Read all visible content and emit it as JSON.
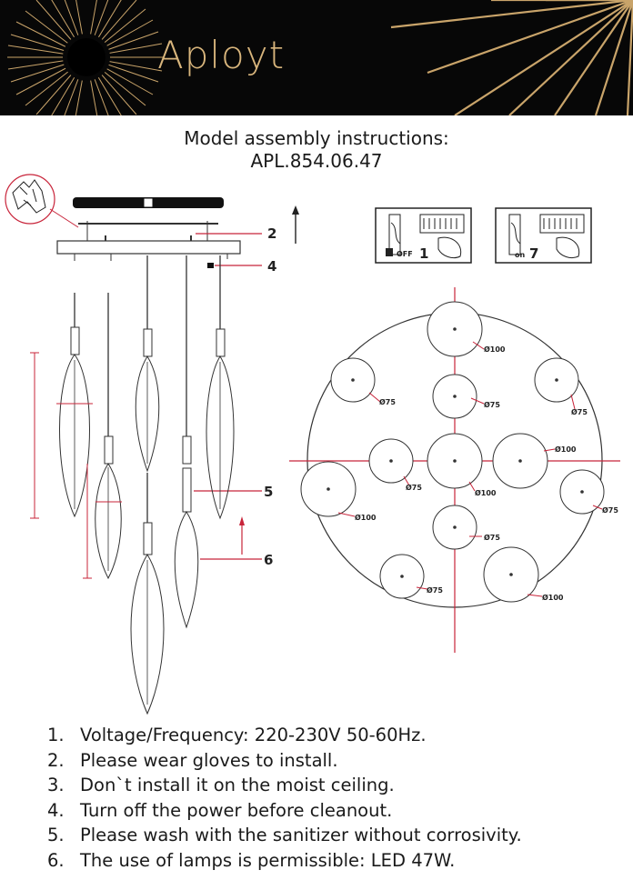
{
  "header": {
    "brand": "Aployt",
    "colors": {
      "background": "#070707",
      "gold": "#d8b57c"
    }
  },
  "title": {
    "line1": "Model assembly instructions:",
    "line2": "APL.854.06.47"
  },
  "callouts": [
    "2",
    "4",
    "5",
    "6"
  ],
  "switch_steps": [
    {
      "label": "OFF",
      "number": "1"
    },
    {
      "label": "on",
      "number": "7"
    }
  ],
  "layout_diameters": [
    "Ø100",
    "Ø75",
    "Ø75",
    "Ø75",
    "Ø100",
    "Ø75",
    "Ø100",
    "Ø100",
    "Ø75",
    "Ø75",
    "Ø75",
    "Ø100"
  ],
  "instructions": [
    {
      "num": "1.",
      "text": "Voltage/Frequency: 220-230V 50-60Hz."
    },
    {
      "num": "2.",
      "text": "Please wear gloves to install."
    },
    {
      "num": "3.",
      "text": "Don`t install it on the moist ceiling."
    },
    {
      "num": "4.",
      "text": "Turn off the power before cleanout."
    },
    {
      "num": "5.",
      "text": "Please wash with the sanitizer without corrosivity."
    },
    {
      "num": "6.",
      "text": "The use of lamps is permissible: LED 47W."
    }
  ]
}
